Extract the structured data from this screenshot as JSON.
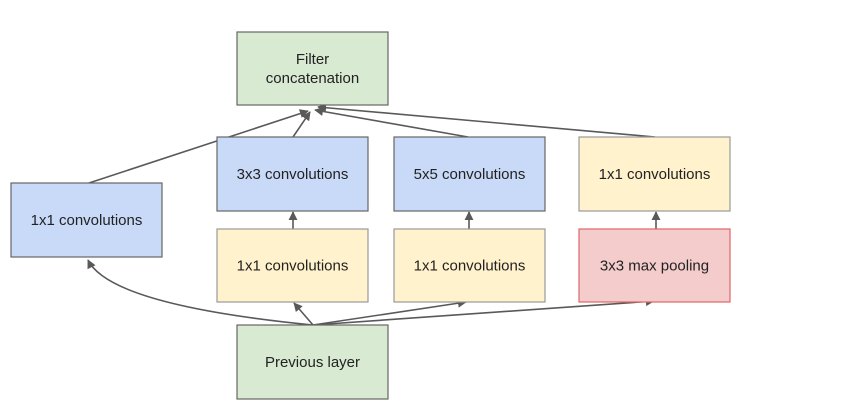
{
  "diagram": {
    "nodes": {
      "filter_concat": {
        "lines": [
          "Filter",
          "concatenation"
        ],
        "fill": "#d9ead3",
        "stroke": "#666666"
      },
      "branch1_1x1": {
        "lines": [
          "1x1 convolutions"
        ],
        "fill": "#c9daf8",
        "stroke": "#666666"
      },
      "branch2_3x3": {
        "lines": [
          "3x3 convolutions"
        ],
        "fill": "#c9daf8",
        "stroke": "#666666"
      },
      "branch2_1x1": {
        "lines": [
          "1x1 convolutions"
        ],
        "fill": "#fff2cc",
        "stroke": "#999999"
      },
      "branch3_5x5": {
        "lines": [
          "5x5 convolutions"
        ],
        "fill": "#c9daf8",
        "stroke": "#666666"
      },
      "branch3_1x1": {
        "lines": [
          "1x1 convolutions"
        ],
        "fill": "#fff2cc",
        "stroke": "#999999"
      },
      "branch4_1x1": {
        "lines": [
          "1x1 convolutions"
        ],
        "fill": "#fff2cc",
        "stroke": "#999999"
      },
      "branch4_pool": {
        "lines": [
          "3x3 max pooling"
        ],
        "fill": "#f4cccc",
        "stroke": "#e06666"
      },
      "previous_layer": {
        "lines": [
          "Previous layer"
        ],
        "fill": "#d9ead3",
        "stroke": "#666666"
      }
    },
    "edge_color": "#595959"
  }
}
